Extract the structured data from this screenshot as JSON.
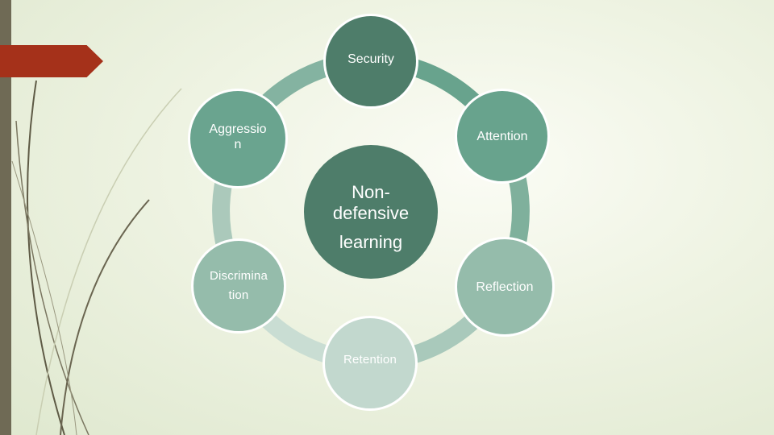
{
  "diagram": {
    "center_label_lines": [
      "Non-",
      "defensive",
      "learning"
    ],
    "nodes": [
      {
        "id": "security",
        "label_lines": [
          "Security"
        ]
      },
      {
        "id": "attention",
        "label_lines": [
          "Attention"
        ]
      },
      {
        "id": "reflection",
        "label_lines": [
          "Reflection"
        ]
      },
      {
        "id": "retention",
        "label_lines": [
          "Retention"
        ]
      },
      {
        "id": "discrimination",
        "label_lines": [
          "Discrimina",
          "tion"
        ]
      },
      {
        "id": "aggression",
        "label_lines": [
          "Aggressio",
          "n"
        ]
      }
    ]
  },
  "colors": {
    "dark_teal": "#4e7d6a",
    "mid_teal": "#68a38d",
    "light_teal": "#95bcab",
    "pale_teal": "#c2d8ce",
    "accent_red": "#a5311a",
    "side_bar": "#6f6a55"
  }
}
